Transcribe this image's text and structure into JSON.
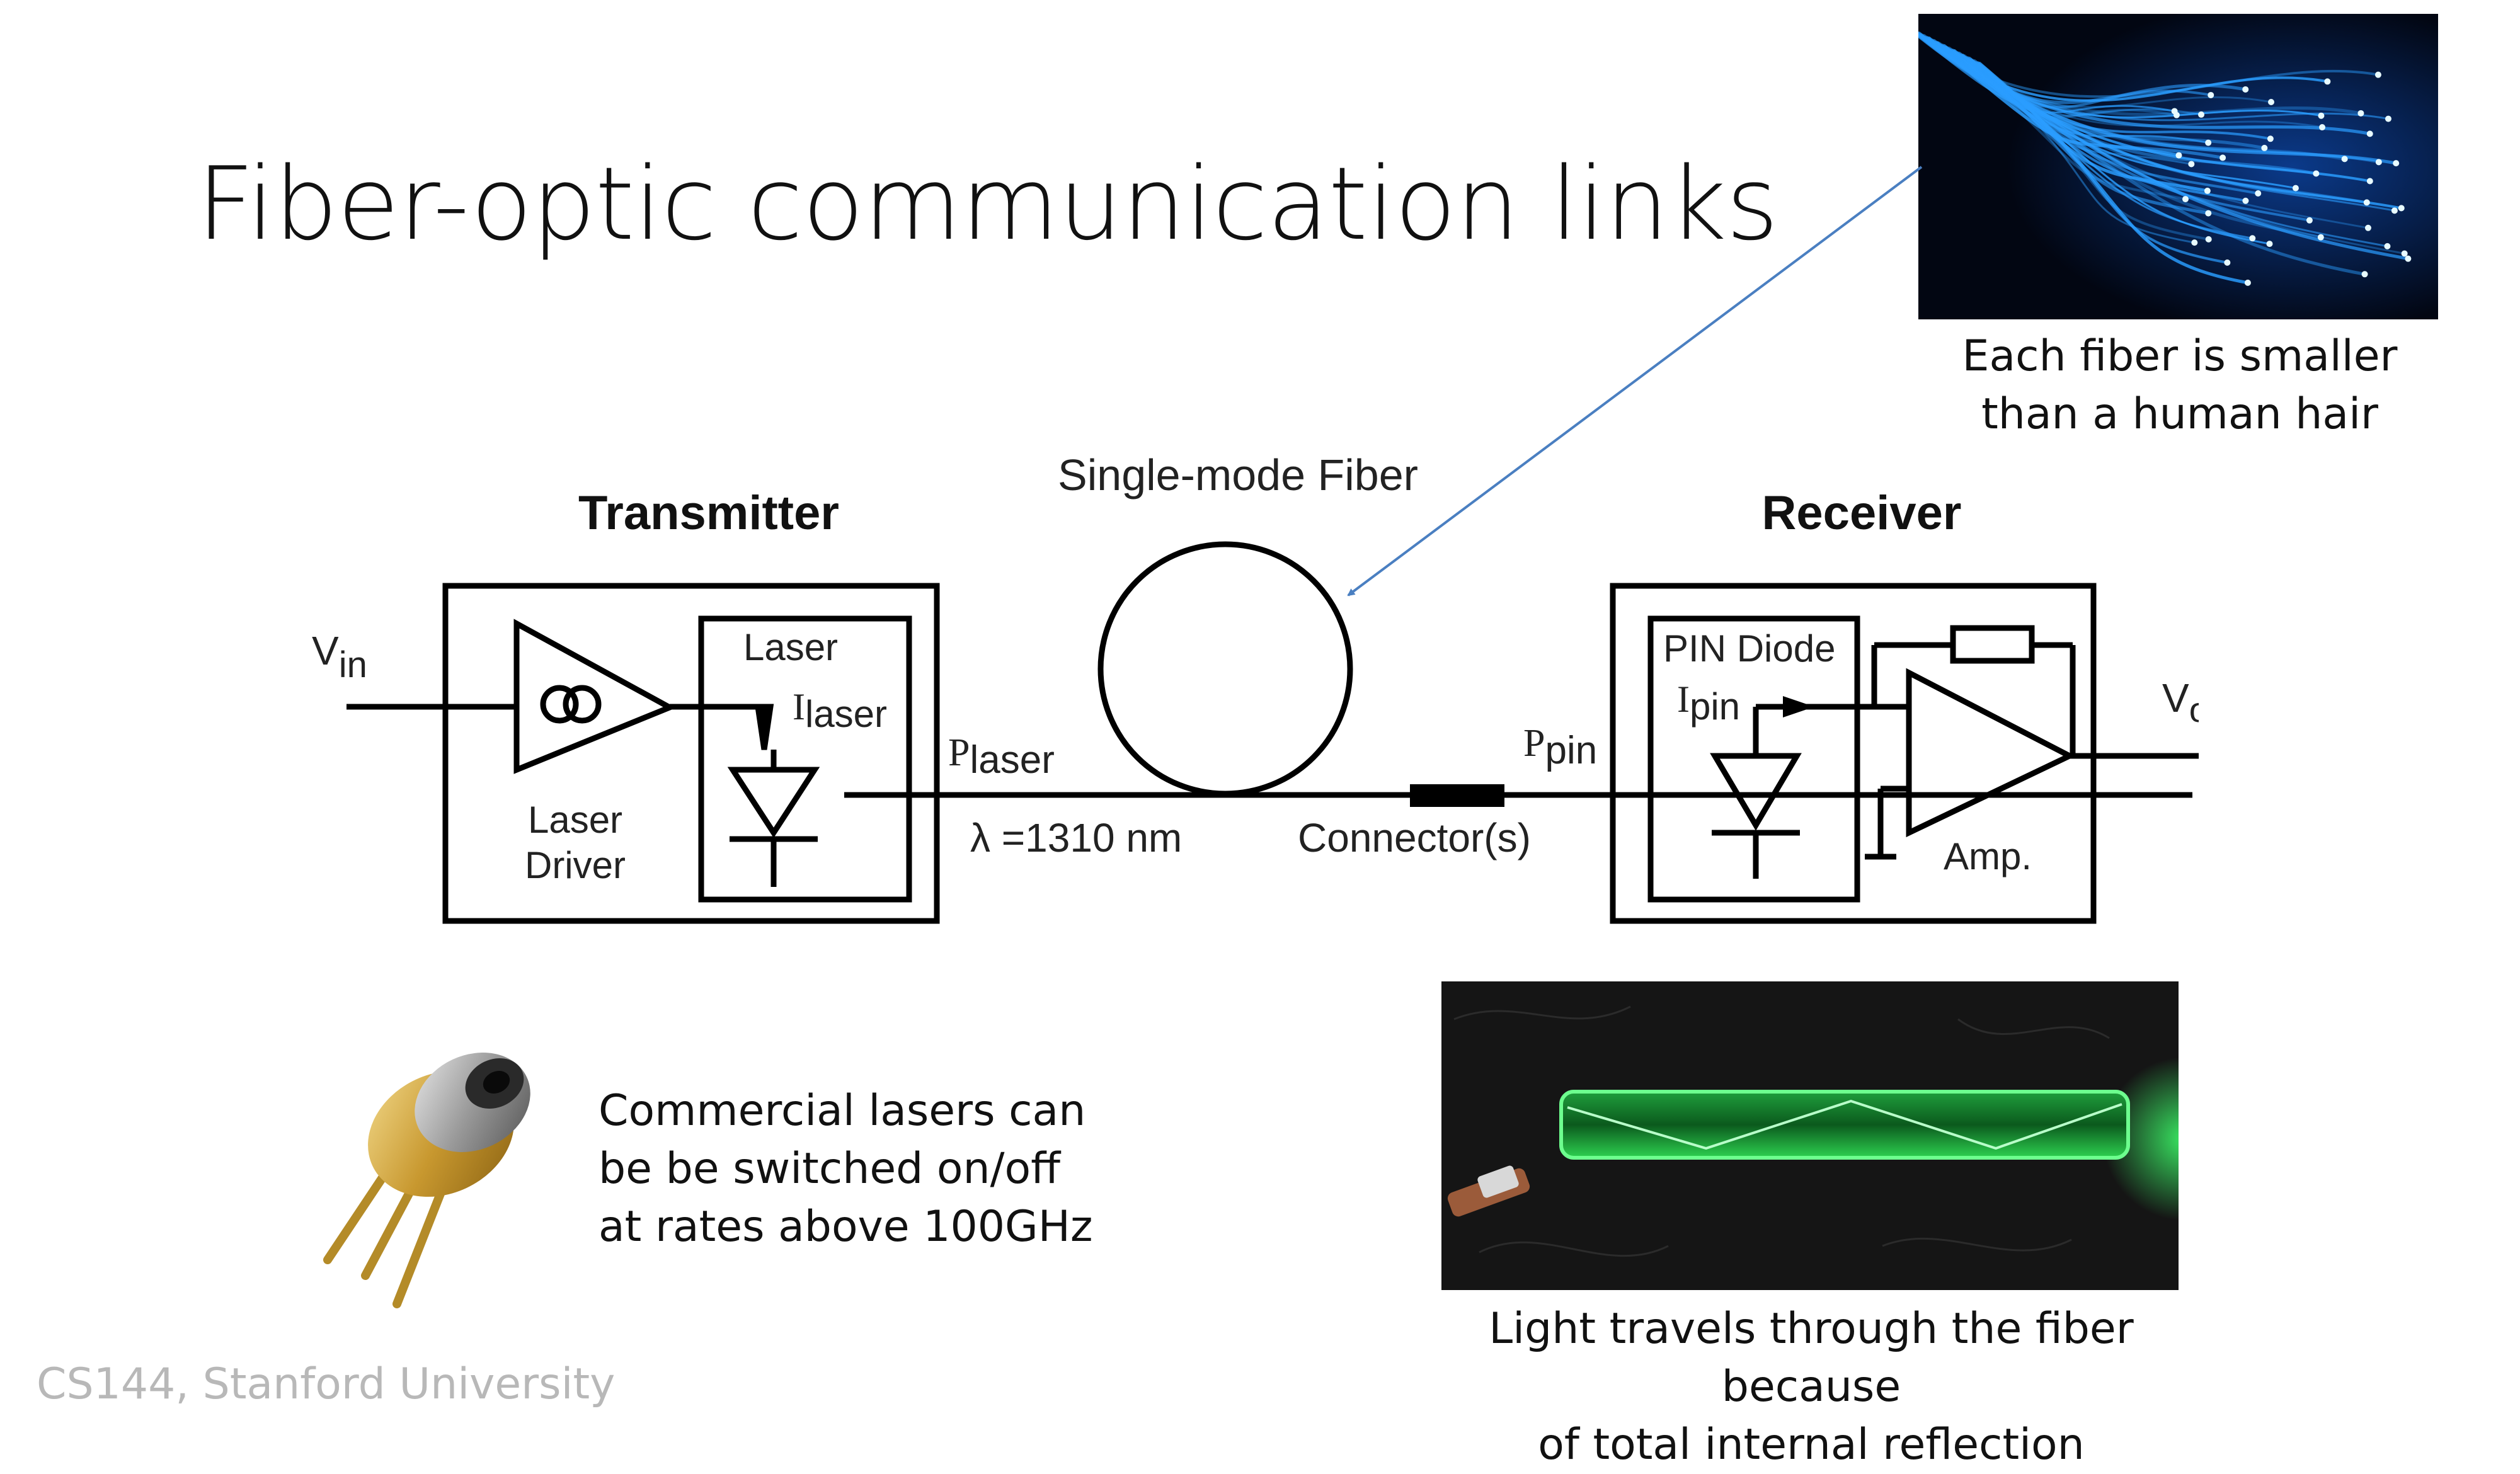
{
  "slide": {
    "title": "Fiber-optic communication links",
    "footer": "CS144, Stanford University"
  },
  "captions": {
    "fiber_photo": [
      "Each fiber is smaller",
      "than a human hair"
    ],
    "laser": [
      "Commercial lasers can",
      "be be switched on/off",
      "at rates above 100GHz"
    ],
    "rod_photo": [
      "Light travels through the fiber because",
      "of total internal reflection"
    ]
  },
  "diagram": {
    "fiber_label": "Single-mode Fiber",
    "transmitter": {
      "heading": "Transmitter",
      "input_main": "V",
      "input_sub": "in",
      "driver_line1": "Laser",
      "driver_line2": "Driver",
      "laser_label": "Laser",
      "current_main": "I",
      "current_sub": "laser"
    },
    "link": {
      "power_tx_main": "P",
      "power_tx_sub": "laser",
      "wavelength": "λ =1310 nm",
      "connector": "Connector(s)",
      "power_rx_main": "P",
      "power_rx_sub": "pin"
    },
    "receiver": {
      "heading": "Receiver",
      "diode_label": "PIN Diode",
      "current_main": "I",
      "current_sub": "pin",
      "amp_label": "Amp.",
      "output_main": "V",
      "output_sub": "o"
    }
  },
  "colors": {
    "arrow": "#4a7fc1",
    "fiber_glow": "#2a9dff",
    "rod_glow": "#3dff6a",
    "footer_text": "#b8b8b8"
  }
}
